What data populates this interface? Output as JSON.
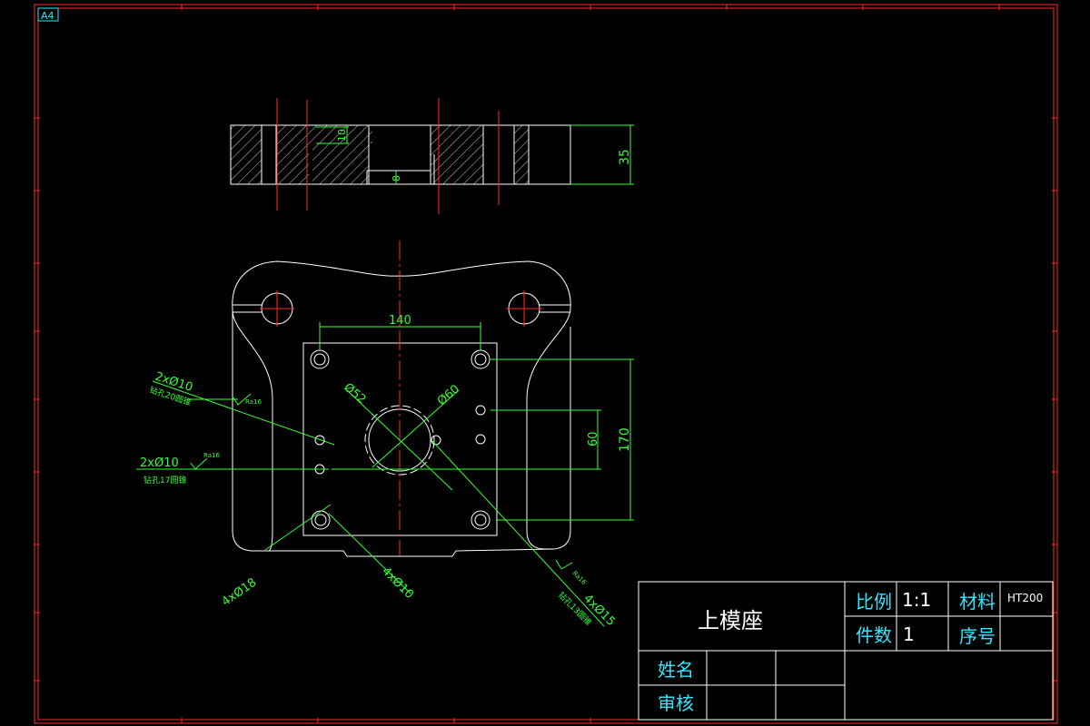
{
  "sheet": {
    "size_tag": "A4"
  },
  "side_view": {
    "dim_height": "35",
    "dim_depth": "8",
    "dim_slot": "10"
  },
  "plan_view": {
    "dim_140": "140",
    "dim_170": "170",
    "dim_60": "60",
    "dim_d52": "Ø52",
    "dim_d60": "Ø60"
  },
  "callouts": {
    "c1_main": "2xØ10",
    "c1_sub": "钻孔20圆锥",
    "c2_main": "2xØ10",
    "c2_sub": "钻孔17圆锥",
    "c3_main": "4xØ18",
    "c4_main": "4xØ10",
    "c5_main": "4xØ15",
    "c5_sub": "钻孔13圆锥",
    "roughness": "Ra16"
  },
  "title_block": {
    "part_name": "上模座",
    "scale_label": "比例",
    "scale_value": "1:1",
    "material_label": "材料",
    "material_value": "HT200",
    "qty_label": "件数",
    "qty_value": "1",
    "seq_label": "序号",
    "name_label": "姓名",
    "review_label": "审核"
  },
  "colors": {
    "background": "#000000",
    "border": "#ff2a2a",
    "outline": "#ffffff",
    "dimension": "#33ff33",
    "centerline": "#ff2a2a",
    "title_text": "#33e6ff"
  }
}
